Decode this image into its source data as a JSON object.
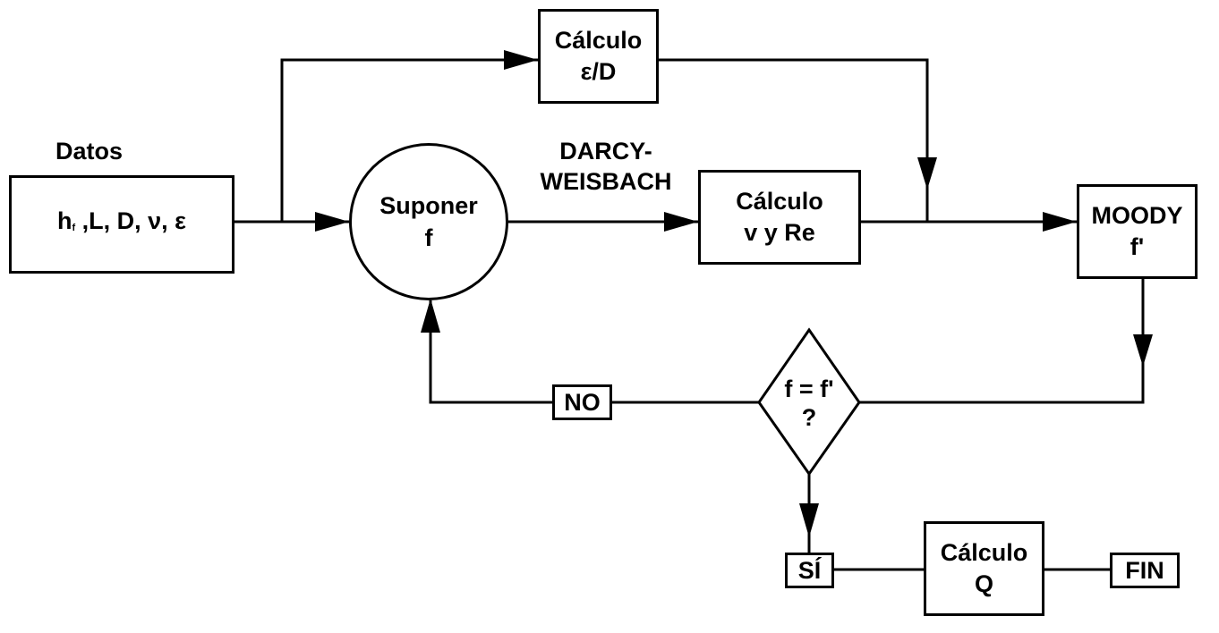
{
  "datos": {
    "title": "Datos",
    "h": "h",
    "h_sub": "f",
    "rest": " ,L, D, ν, ε"
  },
  "calc_eps": {
    "line1": "Cálculo",
    "line2": "ε/D"
  },
  "suponer": {
    "line1": "Suponer",
    "line2": "f"
  },
  "darcy": {
    "line1": "DARCY-",
    "line2": "WEISBACH"
  },
  "calc_v": {
    "line1": "Cálculo",
    "line2": "v y Re"
  },
  "moody": {
    "line1": "MOODY",
    "line2": "f'"
  },
  "decision": {
    "line1": "f = f'",
    "line2": "?"
  },
  "no": "NO",
  "si": "SÍ",
  "calc_q": {
    "line1": "Cálculo",
    "line2": "Q"
  },
  "fin": "FIN"
}
